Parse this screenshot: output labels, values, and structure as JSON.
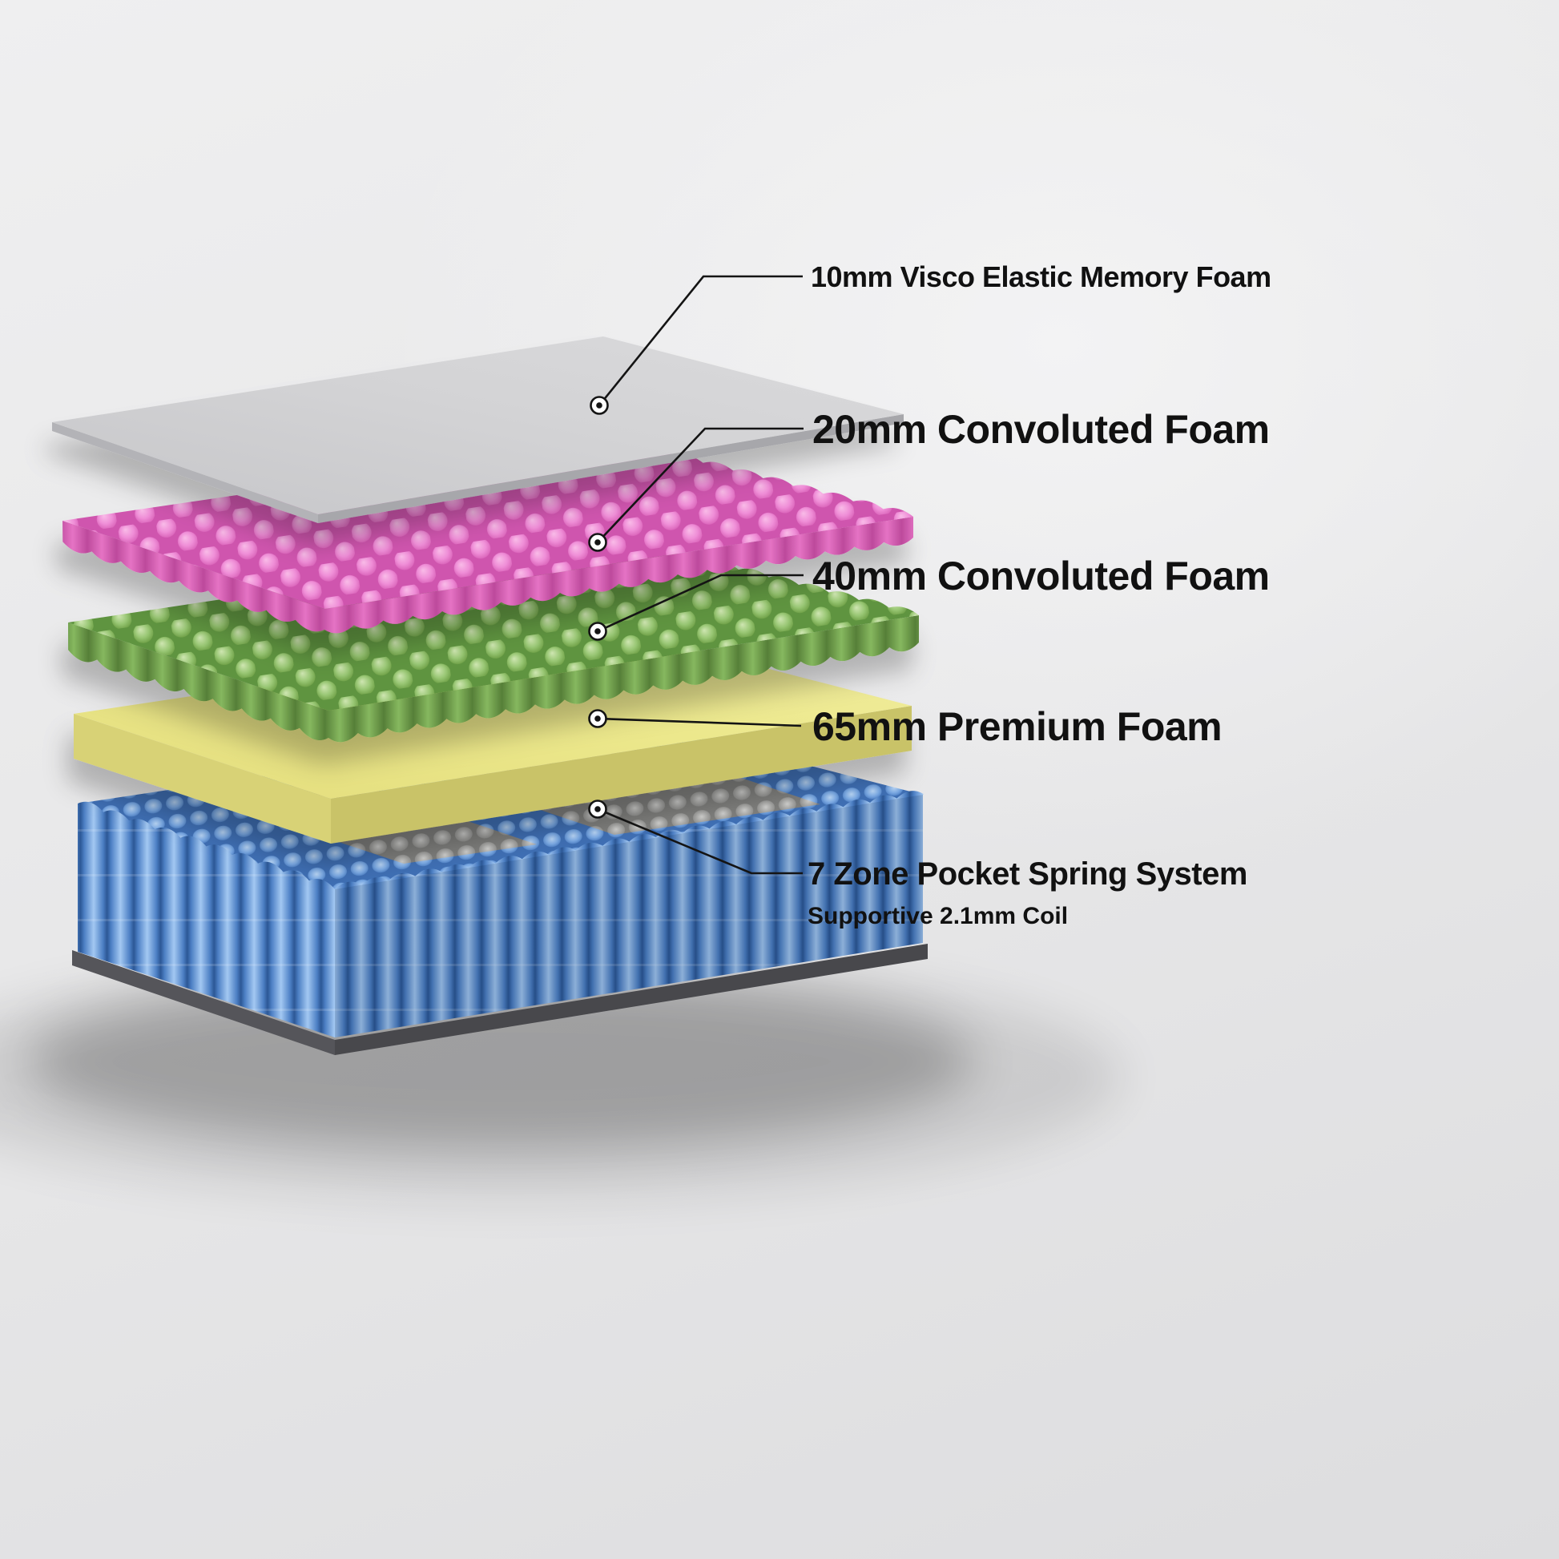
{
  "diagram": {
    "type": "mattress-exploded-view",
    "background": "#e9e9ea",
    "text_color": "#111111",
    "layers": [
      {
        "name": "memory-foam",
        "label": "10mm Visco Elastic Memory Foam",
        "color": "#d0d0d2"
      },
      {
        "name": "convoluted-foam-20",
        "label": "20mm Convoluted Foam",
        "color": "#ee82d4"
      },
      {
        "name": "convoluted-foam-40",
        "label": "40mm Convoluted Foam",
        "color": "#8fc468"
      },
      {
        "name": "premium-foam",
        "label": "65mm Premium Foam",
        "color": "#ebe78a"
      },
      {
        "name": "pocket-spring-system",
        "label": "7 Zone Pocket Spring System",
        "sublabel": "Supportive 2.1mm Coil",
        "color": "#5d8fd2",
        "zone_color": "#9a9a98",
        "base_color": "#55555a"
      }
    ]
  }
}
